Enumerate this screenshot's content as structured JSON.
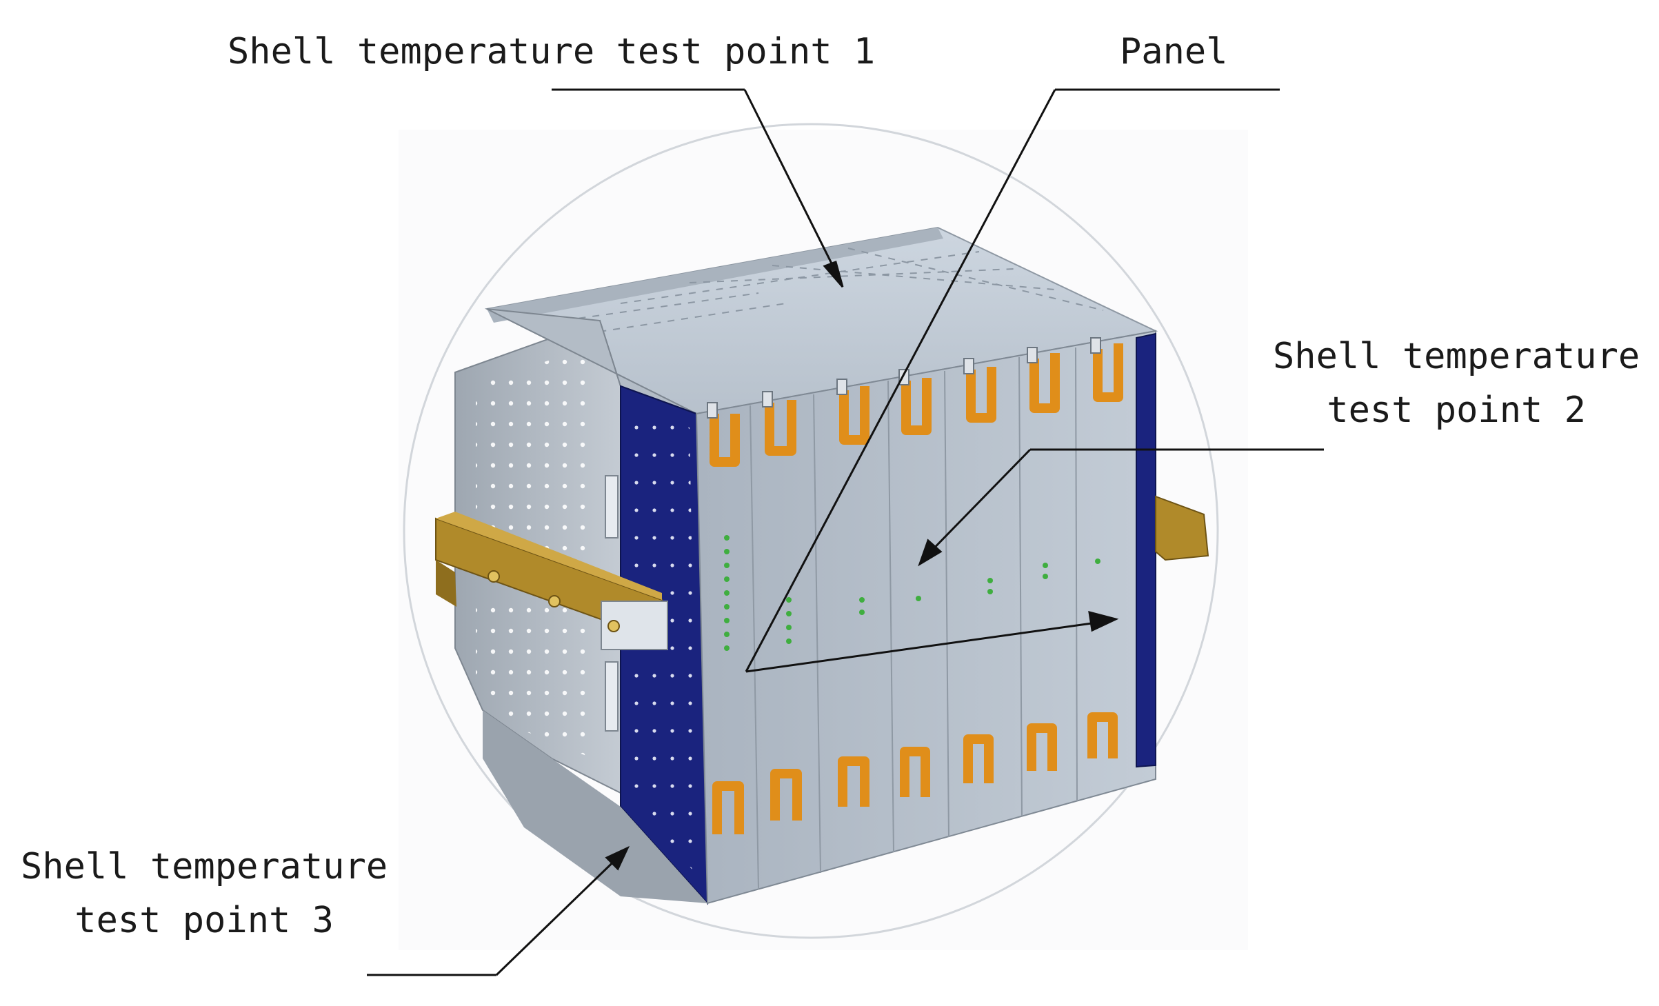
{
  "labels": {
    "point1": "Shell temperature test point 1",
    "panel": "Panel",
    "point2_line1": "Shell temperature",
    "point2_line2": "test point 2",
    "point3_line1": "Shell temperature",
    "point3_line2": "test point 3"
  },
  "colors": {
    "line": "#111111",
    "shell_top": "#c2ccd8",
    "shell_front": "#b9c3cf",
    "dark_rail": "#1a237e",
    "handle": "#b08a2a",
    "clip": "#e08e1a",
    "led": "#3fae3f"
  }
}
